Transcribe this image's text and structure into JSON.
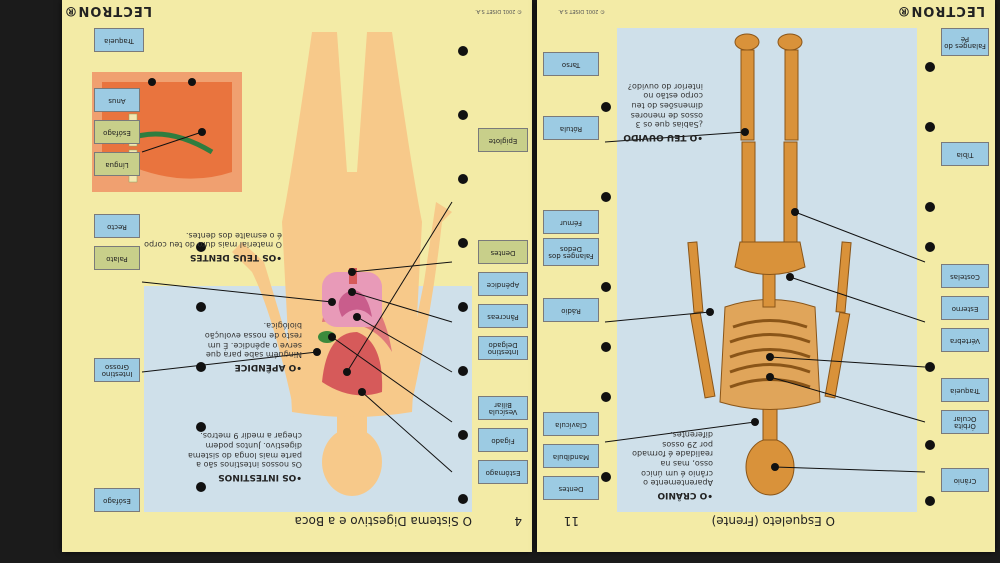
{
  "left_page": {
    "brand": "LECTRON®",
    "copyright": "© 2001 DISET S.A.",
    "title": "O Sistema Digestivo e a Boca",
    "page_number": "4",
    "labels_right": [
      "Traqueia",
      "Epiglote",
      "Dentes",
      "Apêndice",
      "Pâncreas",
      "Intestino Delgado",
      "Vesícula Biliar",
      "Fígado",
      "Estômago"
    ],
    "labels_left": [
      "Anus",
      "Esófago",
      "Língua",
      "Recto",
      "Palato",
      "Intestino Grosso",
      "Esófago"
    ],
    "facts": {
      "teeth_title": "•OS TEUS DENTES",
      "teeth_text": "O material mais duro do teu corpo é o esmalte dos dentes.",
      "appendix_title": "•O APÊNDICE",
      "appendix_text": "Ninguém sabe para que serve o apêndice. É um resto de nossa evolução biológica.",
      "intestines_title": "•OS INTESTINOS",
      "intestines_text": "Os nossos intestinos são a parte mais longa do sistema digestivo. Juntos podem chegar a medir 9 metros."
    }
  },
  "right_page": {
    "brand": "LECTRON®",
    "copyright": "© 2001 DISET S.A.",
    "title": "O Esqueleto (Frente)",
    "page_number": "11",
    "labels_right": [
      "Falanges do Pé",
      "Tíbia",
      "Costelas",
      "Esterno",
      "Vértebra",
      "Traqueia",
      "Órbita Ocular",
      "Crânio"
    ],
    "labels_left": [
      "Tarso",
      "Rótula",
      "Fémur",
      "Falanges dos Dedos",
      "Rádio",
      "Clavícula",
      "Mandíbula",
      "Dentes"
    ],
    "facts": {
      "ear_title": "•O TEU OUVIDO",
      "ear_text": "¿Sabias que os 3 ossos de menores dimensões do teu corpo estão no interior do ouvido?",
      "skull_title": "•O CRÂNIO",
      "skull_text": "Aparentemente o crânio é um único osso, mas na realidade é formado por 29 ossos diferentes."
    }
  },
  "colors": {
    "page": "#f3eba6",
    "blue_panel": "#cfe0ea",
    "label_blue": "#9ccbe3",
    "label_green": "#c8cf8a",
    "body": "#f7c98a",
    "bone": "#d9923a"
  }
}
